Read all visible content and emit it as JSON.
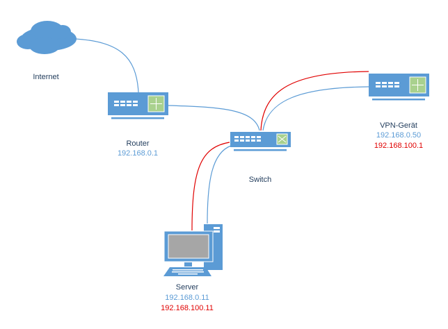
{
  "colors": {
    "device_blue": "#5b9bd5",
    "accent_green": "#a9d18e",
    "link_blue": "#5b9bd5",
    "link_red": "#e00000",
    "screen_gray": "#a6a6a6"
  },
  "nodes": {
    "internet": {
      "name": "Internet",
      "icon": "cloud-icon"
    },
    "router": {
      "name": "Router",
      "ip_primary": "192.168.0.1",
      "icon": "router-icon"
    },
    "switch": {
      "name": "Switch",
      "icon": "switch-icon"
    },
    "vpn": {
      "name": "VPN-Gerät",
      "ip_primary": "192.168.0.50",
      "ip_secondary": "192.168.100.1",
      "icon": "router-icon"
    },
    "server": {
      "name": "Server",
      "ip_primary": "192.168.0.11",
      "ip_secondary": "192.168.100.11",
      "icon": "computer-icon"
    }
  },
  "links": [
    {
      "from": "internet",
      "to": "router",
      "network": "primary"
    },
    {
      "from": "router",
      "to": "switch",
      "network": "primary"
    },
    {
      "from": "switch",
      "to": "vpn",
      "network": "primary"
    },
    {
      "from": "switch",
      "to": "vpn",
      "network": "secondary"
    },
    {
      "from": "switch",
      "to": "server",
      "network": "primary"
    },
    {
      "from": "switch",
      "to": "server",
      "network": "secondary"
    }
  ]
}
